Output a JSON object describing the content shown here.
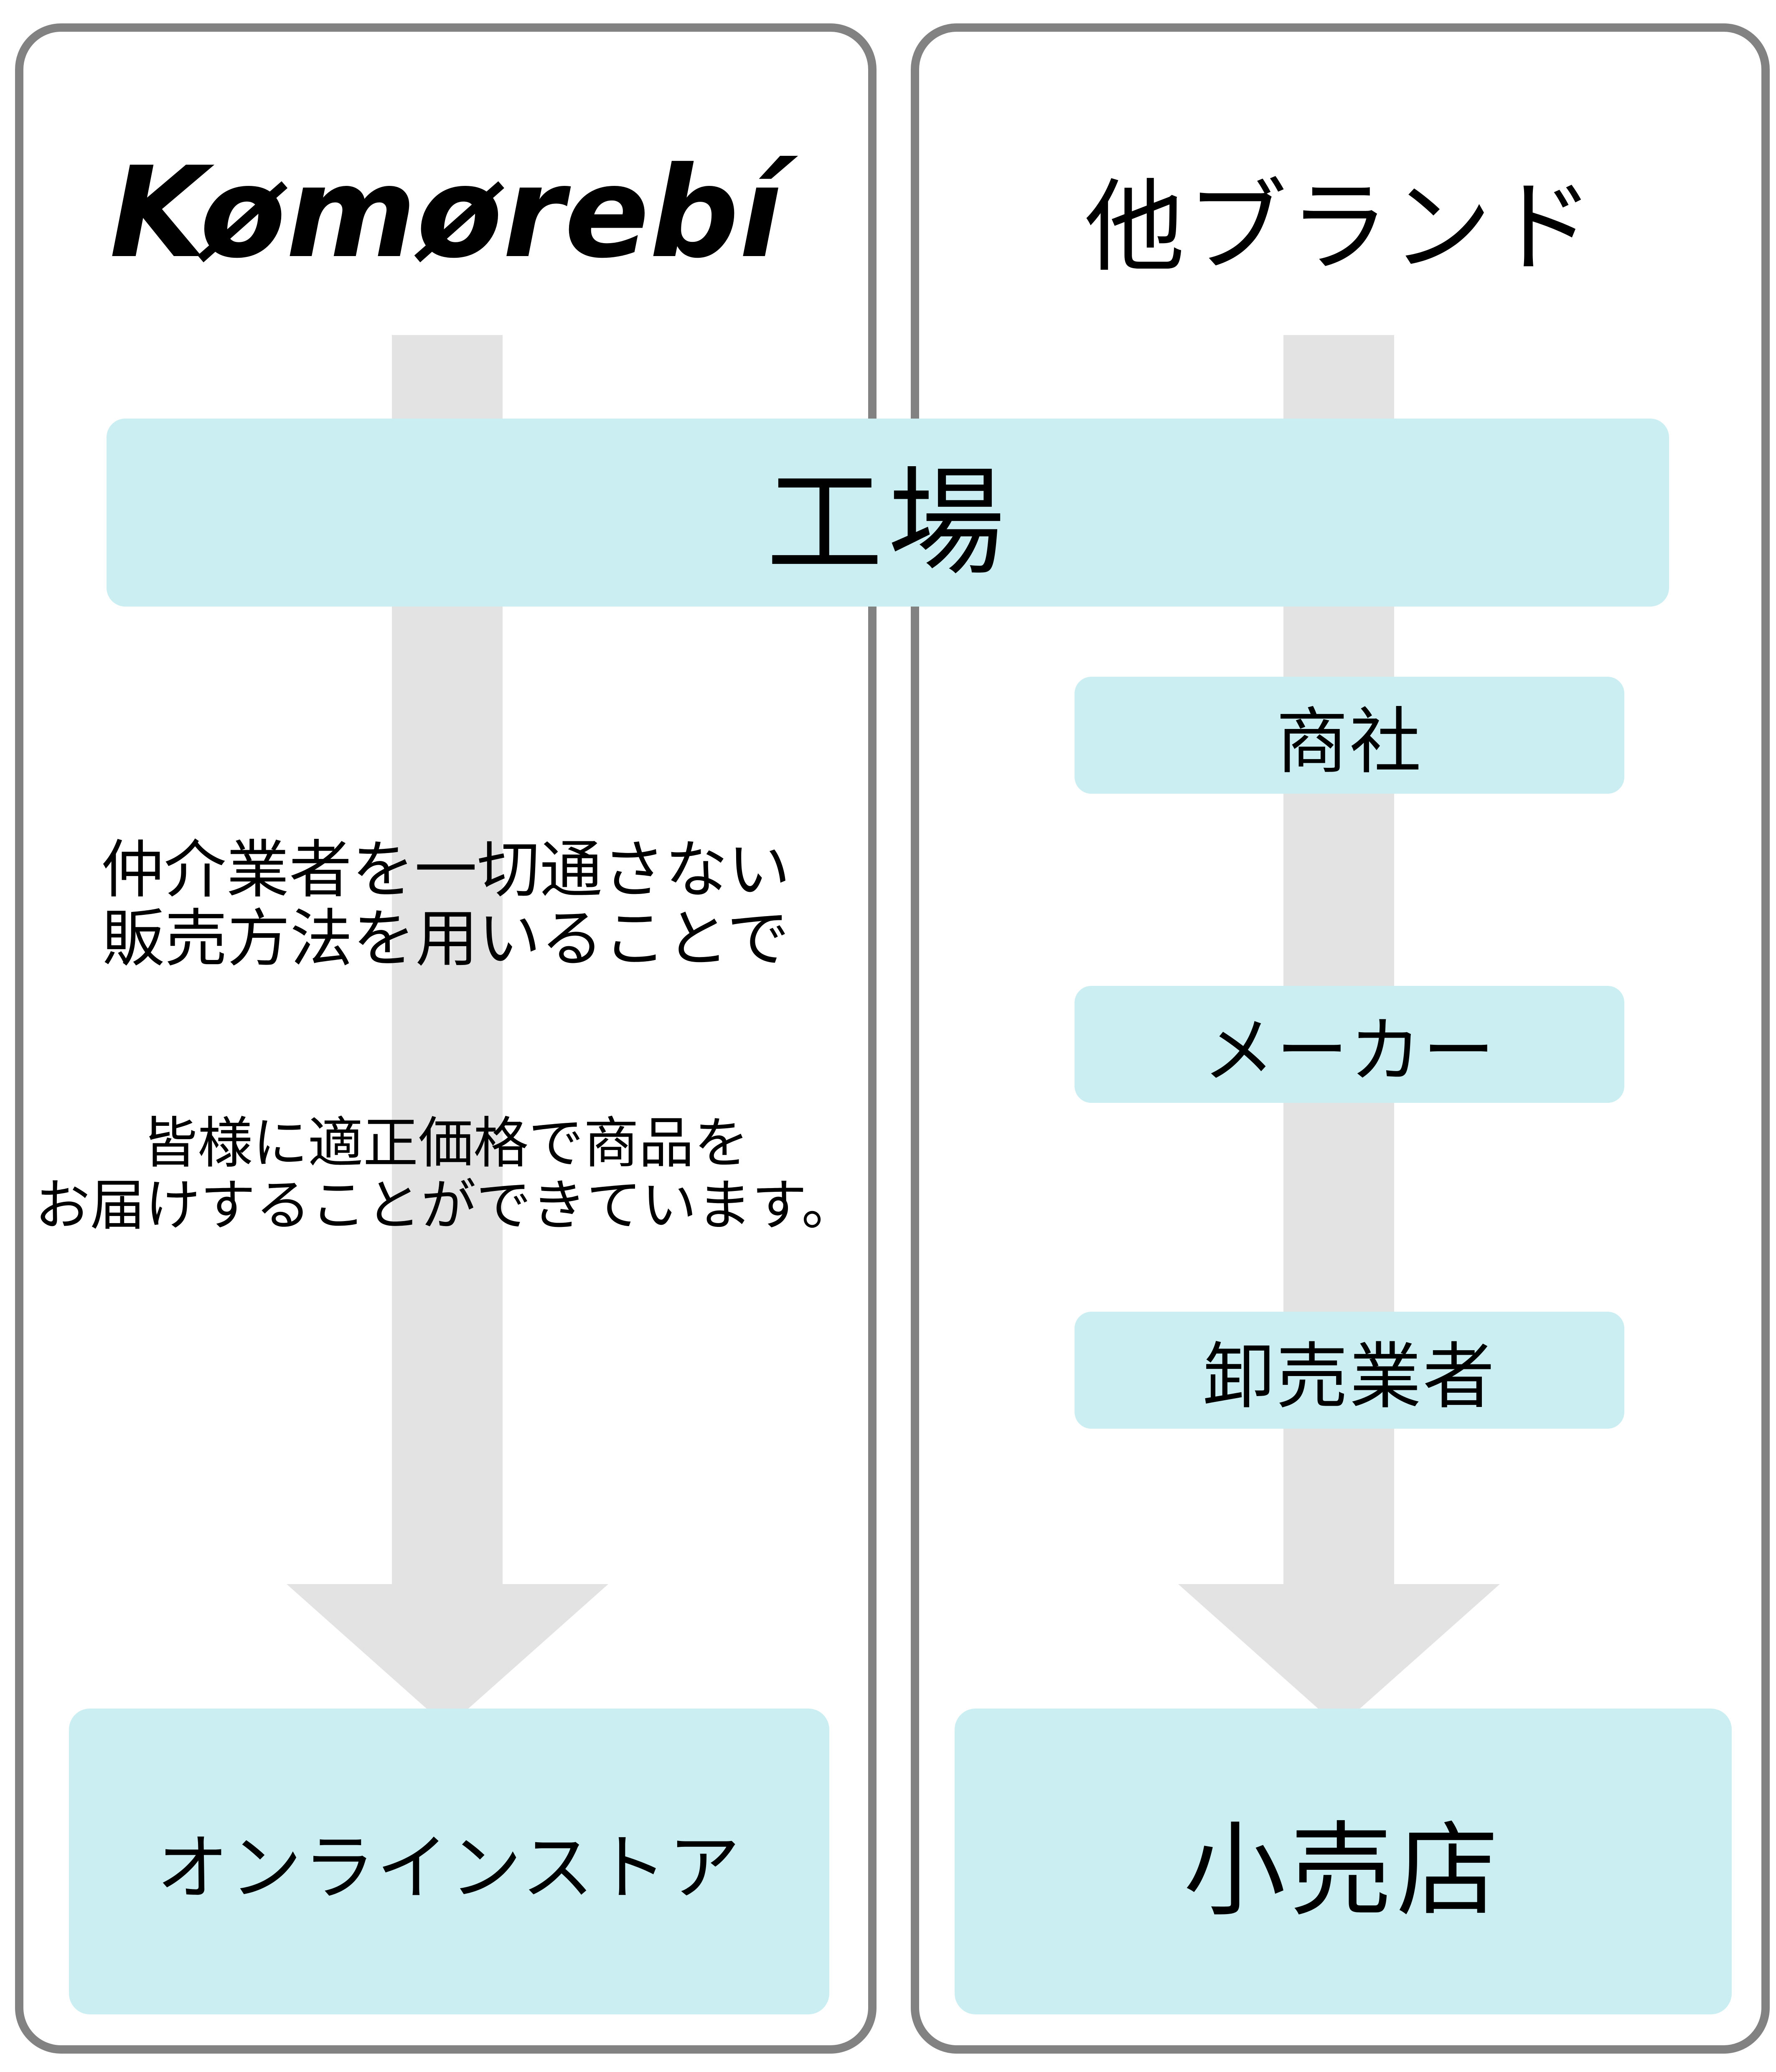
{
  "colors": {
    "accent": "#cbeef2",
    "arrow": "#e3e3e3",
    "panel-border": "#828282",
    "ink": "#000000"
  },
  "factory": {
    "label": "工場"
  },
  "komorebi": {
    "brand": "Komorebi",
    "logo_text": "Kømørebí",
    "note1_line1": "仲介業者を一切通さない",
    "note1_line2": "販売方法を用いることで",
    "note2_line1": "皆様に適正価格で商品を",
    "note2_line2": "お届けすることができています。",
    "destination": "オンラインストア"
  },
  "other_brands": {
    "title": "他ブランド",
    "steps": [
      "商社",
      "メーカー",
      "卸売業者"
    ],
    "destination": "小売店"
  }
}
